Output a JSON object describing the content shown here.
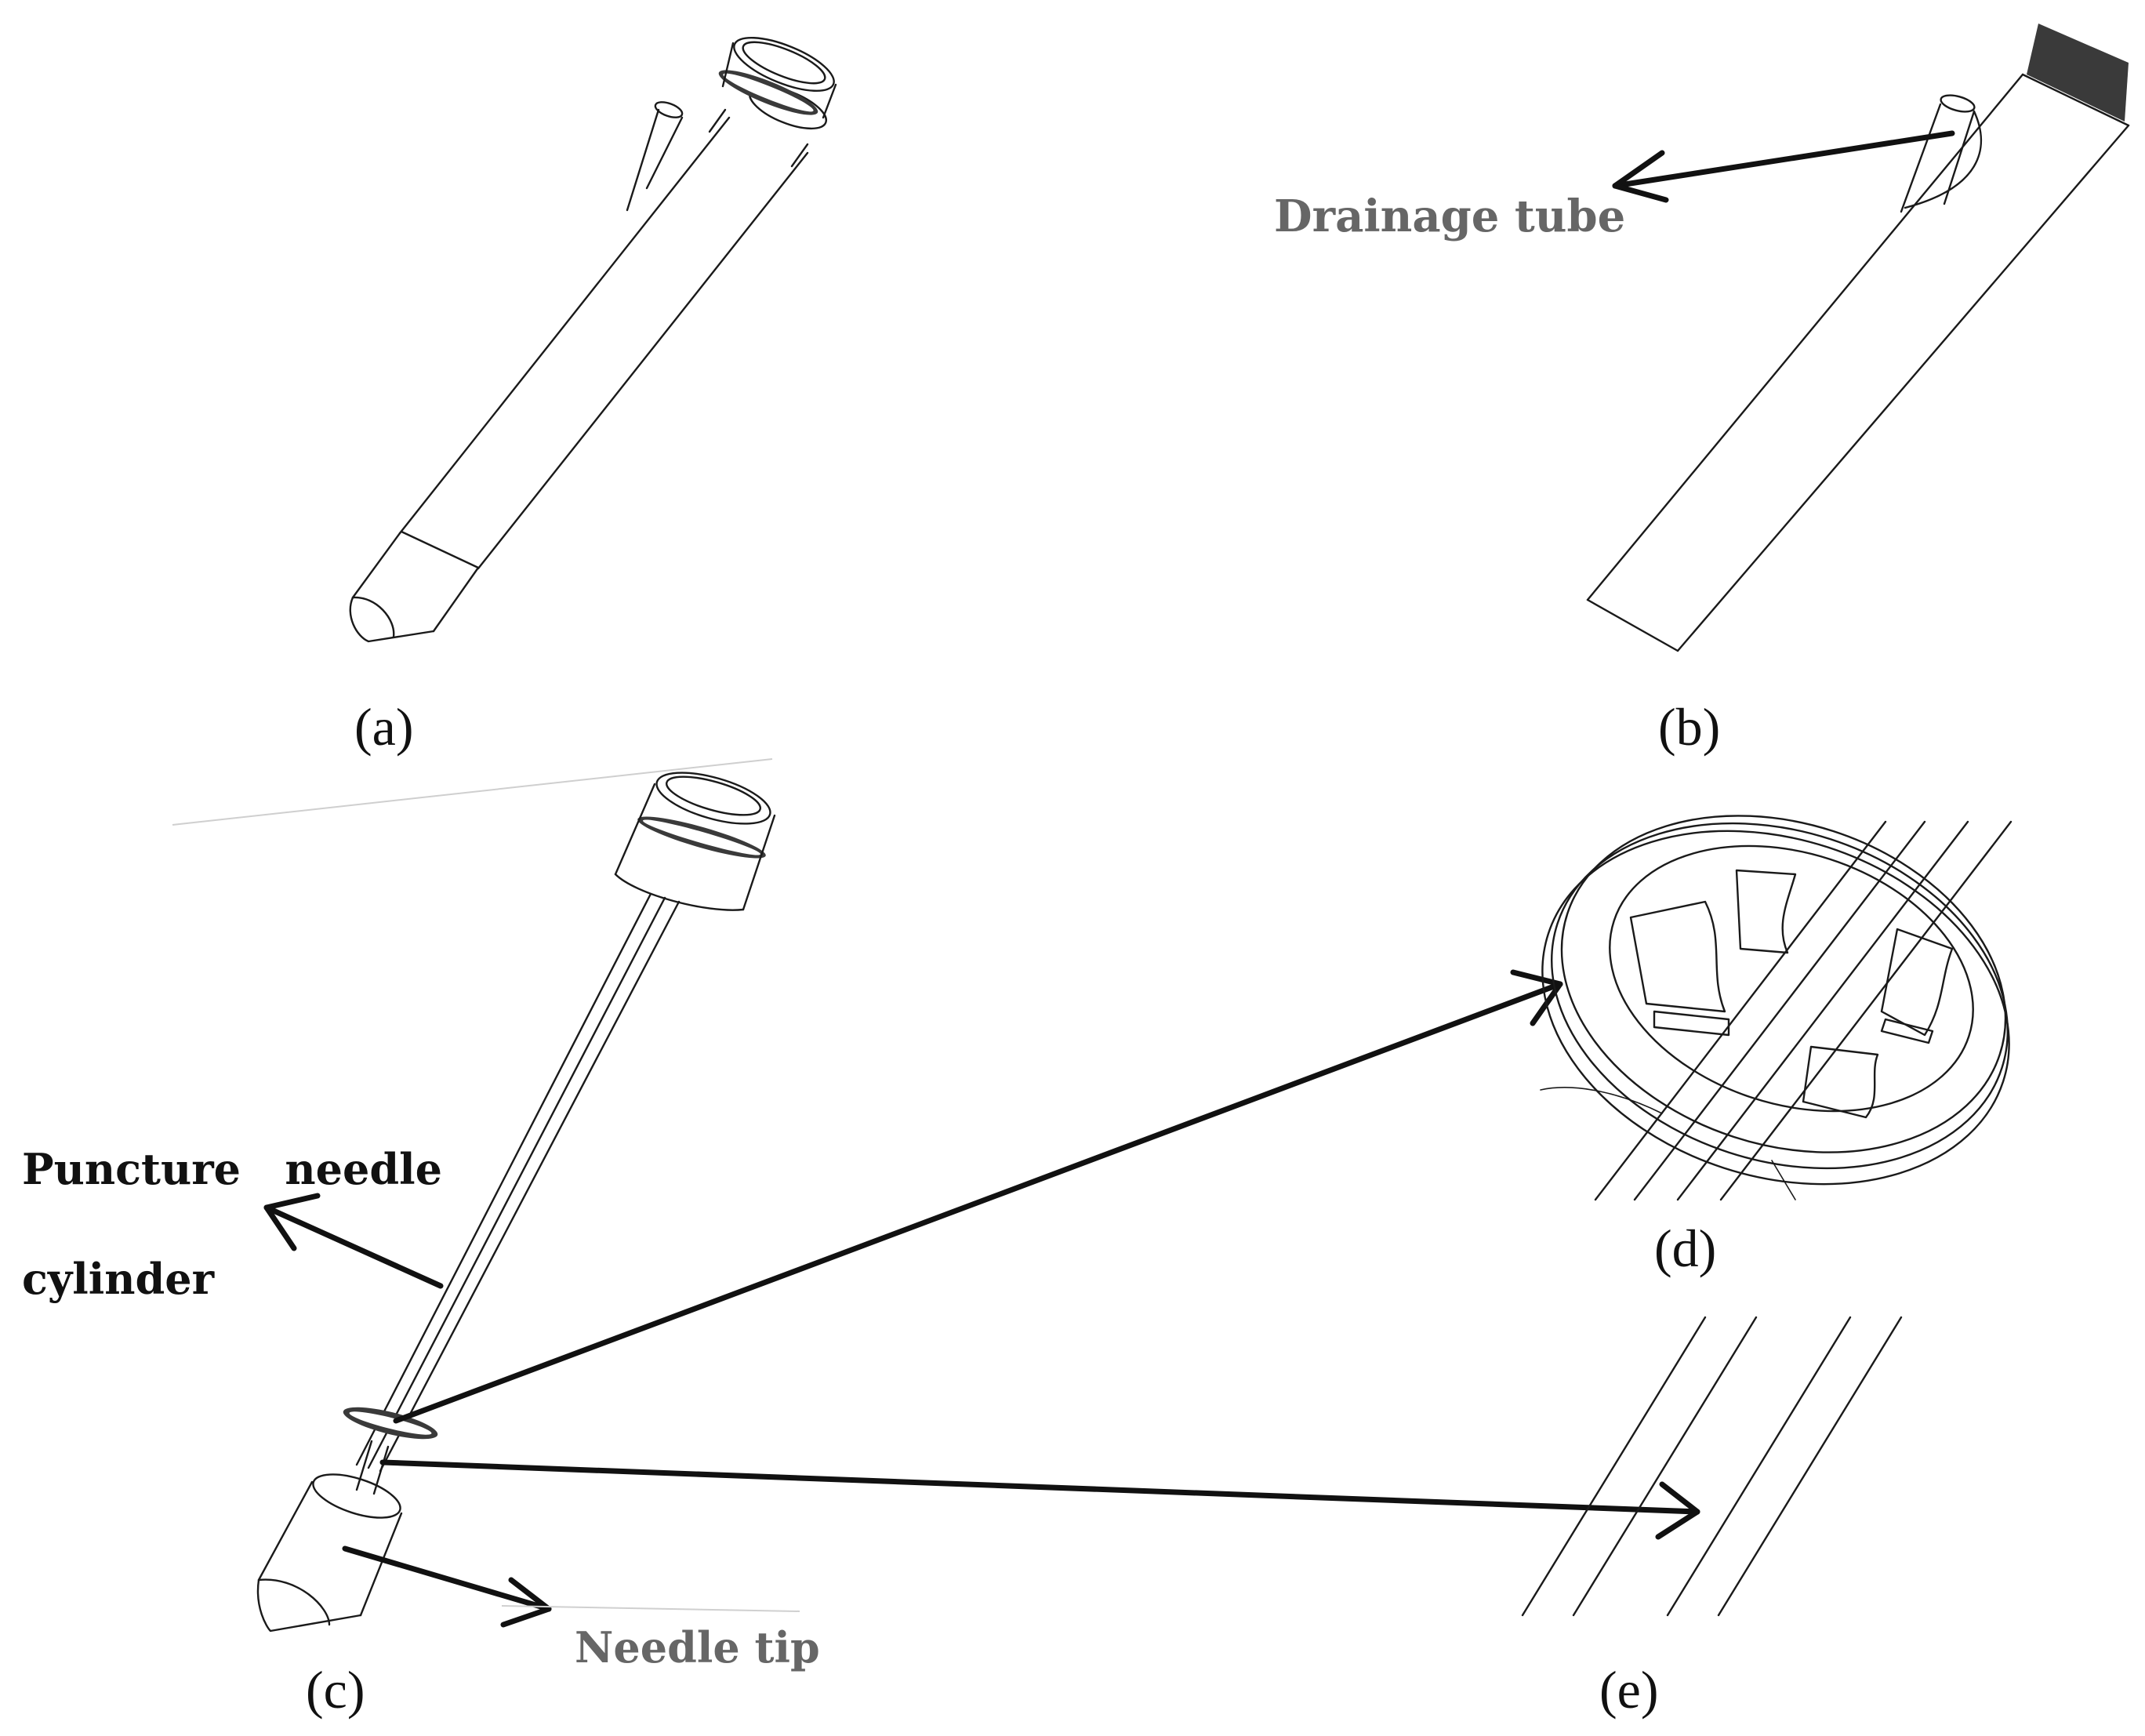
{
  "panels": {
    "a": "(a)",
    "b": "(b)",
    "c": "(c)",
    "d": "(d)",
    "e": "(e)"
  },
  "labels": {
    "drainage_tube": "Drainage tube",
    "puncture_needle_line1": "Puncture   needle",
    "puncture_needle_line2": "cylinder",
    "needle_tip": "Needle tip"
  },
  "colors": {
    "line": "#1a1a1a",
    "dark_label": "#111111",
    "grey_label": "#666666"
  }
}
